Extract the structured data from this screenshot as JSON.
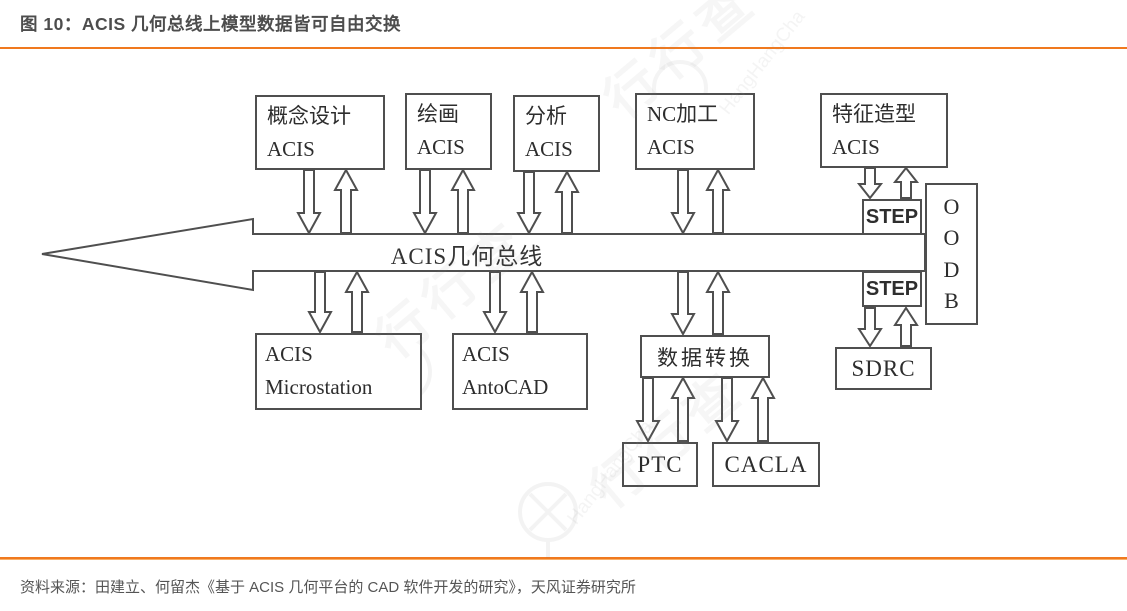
{
  "header": {
    "title": "图 10：ACIS 几何总线上模型数据皆可自由交换"
  },
  "diagram": {
    "bus_label": "ACIS几何总线",
    "boxes": {
      "concept": {
        "line1": "概念设计",
        "line2": "ACIS"
      },
      "drawing": {
        "line1": "绘画",
        "line2": "ACIS"
      },
      "analysis": {
        "line1": "分析",
        "line2": "ACIS"
      },
      "nc": {
        "line1": "NC加工",
        "line2": "ACIS"
      },
      "feature": {
        "line1": "特征造型",
        "line2": "ACIS"
      },
      "microstation": {
        "line1": "ACIS",
        "line2": "Microstation"
      },
      "antocad": {
        "line1": "ACIS",
        "line2": "AntoCAD"
      },
      "dataconv": {
        "label": "数据转换"
      },
      "sdrc": {
        "label": "SDRC"
      },
      "ptc": {
        "label": "PTC"
      },
      "cacla": {
        "label": "CACLA"
      },
      "step_top": {
        "label": "STEP"
      },
      "step_bottom": {
        "label": "STEP"
      },
      "oodb": {
        "letters": [
          "O",
          "O",
          "D",
          "B"
        ]
      }
    },
    "watermark": {
      "cn": "行行查",
      "en": "HangHangCha"
    }
  },
  "footer": {
    "source": "资料来源：田建立、何留杰《基于 ACIS 几何平台的 CAD 软件开发的研究》，天风证券研究所"
  },
  "colors": {
    "accent": "#f0791e",
    "stroke": "#4f4f4f",
    "title_text": "#4d4d4d",
    "source_text": "#555555"
  }
}
